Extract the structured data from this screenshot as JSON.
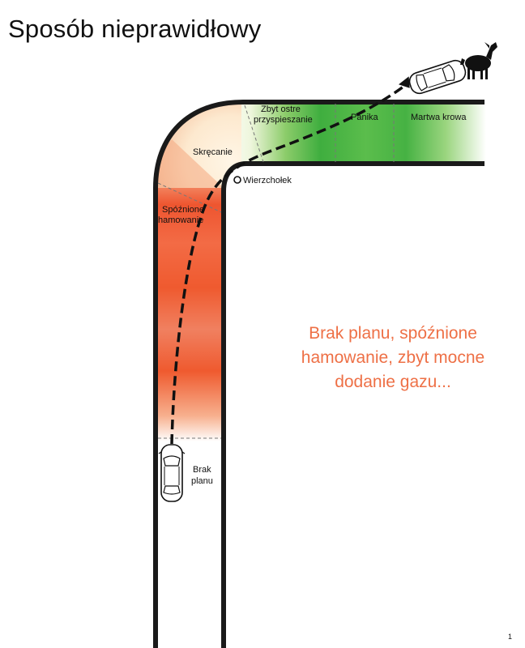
{
  "title": "Sposób nieprawidłowy",
  "labels": {
    "brak_planu_1": "Brak",
    "brak_planu_2": "planu",
    "spoznione_1": "Spóźnione",
    "spoznione_2": "hamowanie",
    "skrecanie": "Skręcanie",
    "wierzcholek": "Wierzchołek",
    "zbyt_ostre_1": "Zbyt ostre",
    "zbyt_ostre_2": "przyspieszanie",
    "panika": "Panika",
    "martwa_krowa": "Martwa krowa"
  },
  "caption": {
    "line1": "Brak planu, spóźnione",
    "line2": "hamowanie, zbyt mocne",
    "line3": "dodanie gazu..."
  },
  "colors": {
    "road": "#1a1a1a",
    "danger": "#ef5a2f",
    "ok": "#3fae3f",
    "caption": "#ee7046"
  },
  "icons": {
    "car_start": "car-icon",
    "car_end": "car-icon",
    "cow": "cow-icon",
    "apex": "apex-marker-icon"
  },
  "page_number": "1"
}
